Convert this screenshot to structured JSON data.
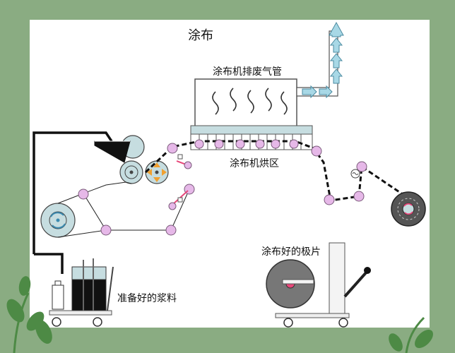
{
  "title": "涂布",
  "labels": {
    "exhaust_pipe": "涂布机排废气管",
    "oven": "涂布机烘区",
    "finished_sheet": "涂布好的极片",
    "prepared_slurry": "准备好的浆料"
  },
  "colors": {
    "background": "#8aac82",
    "panel": "#ffffff",
    "roller": "#e6b8e8",
    "roller_stroke": "#7a5a7a",
    "web_line": "#111111",
    "drum": "#c6dde0",
    "arrow_fill": "#a8d8e6",
    "accent_pink": "#e8487a",
    "accent_orange": "#f0a030",
    "slurry": "#111111",
    "winder_roll": "#777777",
    "leaf": "#4d8a45"
  },
  "icons": [
    "exhaust-arrow-icon",
    "rotation-arrows-icon",
    "leaf-icon",
    "gas-cylinder-icon",
    "trolley-wheel-icon"
  ]
}
